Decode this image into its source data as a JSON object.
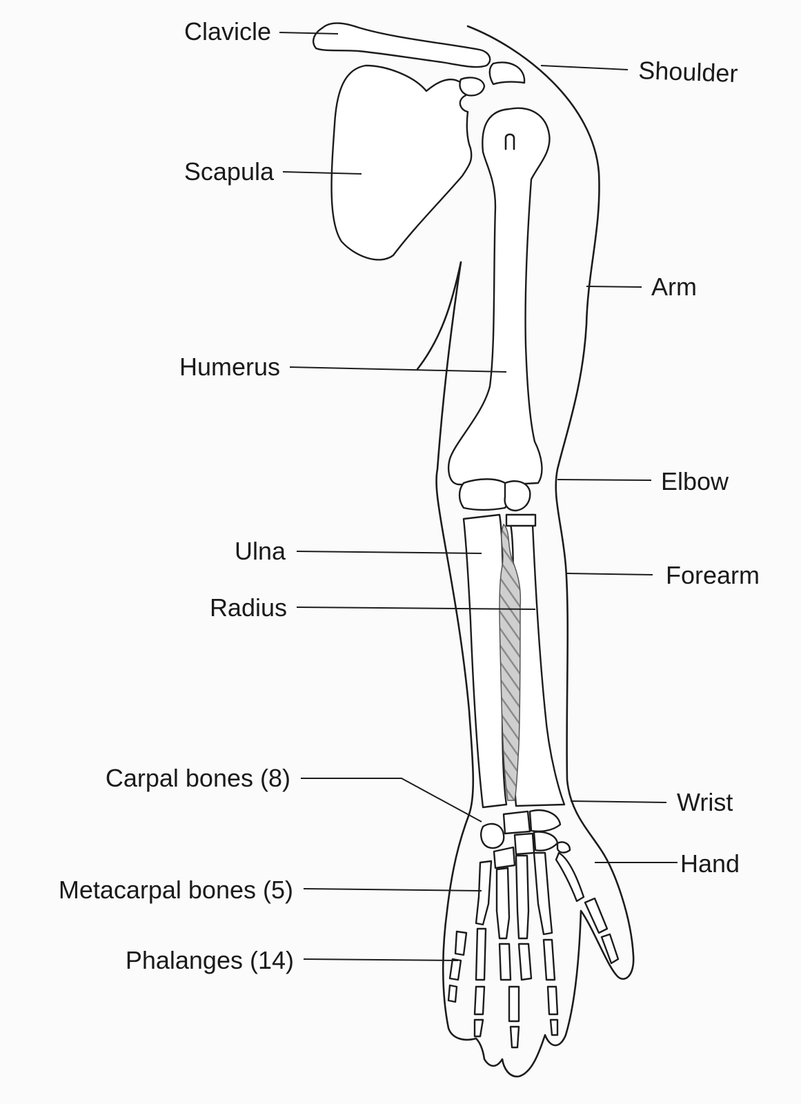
{
  "labels": {
    "clavicle": "Clavicle",
    "shoulder": "Shoulder",
    "scapula": "Scapula",
    "arm": "Arm",
    "humerus": "Humerus",
    "elbow": "Elbow",
    "ulna": "Ulna",
    "forearm": "Forearm",
    "radius": "Radius",
    "carpal": "Carpal bones (8)",
    "wrist": "Wrist",
    "hand": "Hand",
    "metacarpal": "Metacarpal bones (5)",
    "phalanges": "Phalanges (14)"
  },
  "colors": {
    "line": "#1c1c1c",
    "text": "#1a1a1a",
    "bone_fill": "#ffffff",
    "shading": "#9a9a9a"
  }
}
